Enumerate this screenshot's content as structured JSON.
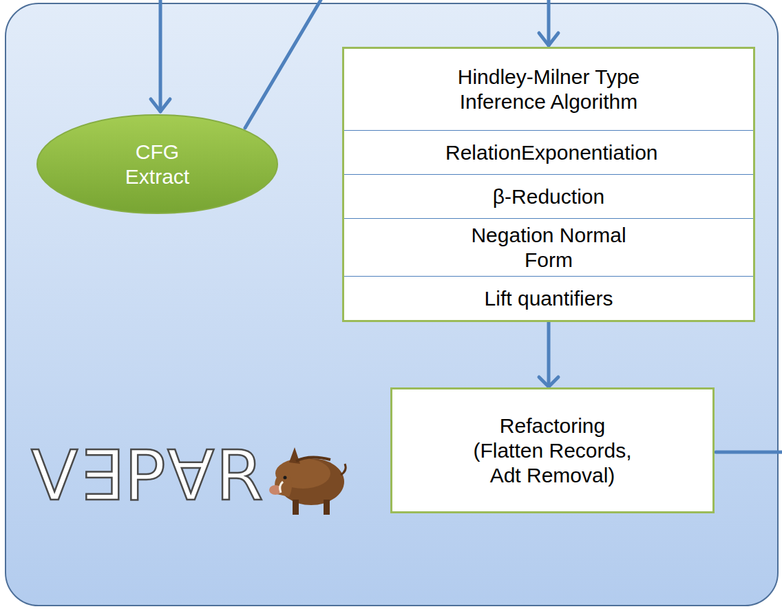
{
  "diagram": {
    "nodes": [
      {
        "text": [
          "CFG Extract"
        ]
      },
      {
        "text": [
          "Hindley-Milner Type Inference Algorithm",
          "RelationExponentiation",
          "β-Reduction",
          "Negation Normal Form",
          "Lift quantifiers"
        ]
      },
      {
        "text": [
          "Refactoring (Flatten Records, Adt Removal)"
        ]
      }
    ],
    "edges": [
      {
        "from": 1,
        "to": 2,
        "arrow": "to"
      }
    ],
    "labels": [
      "V∃P∀R"
    ]
  }
}
